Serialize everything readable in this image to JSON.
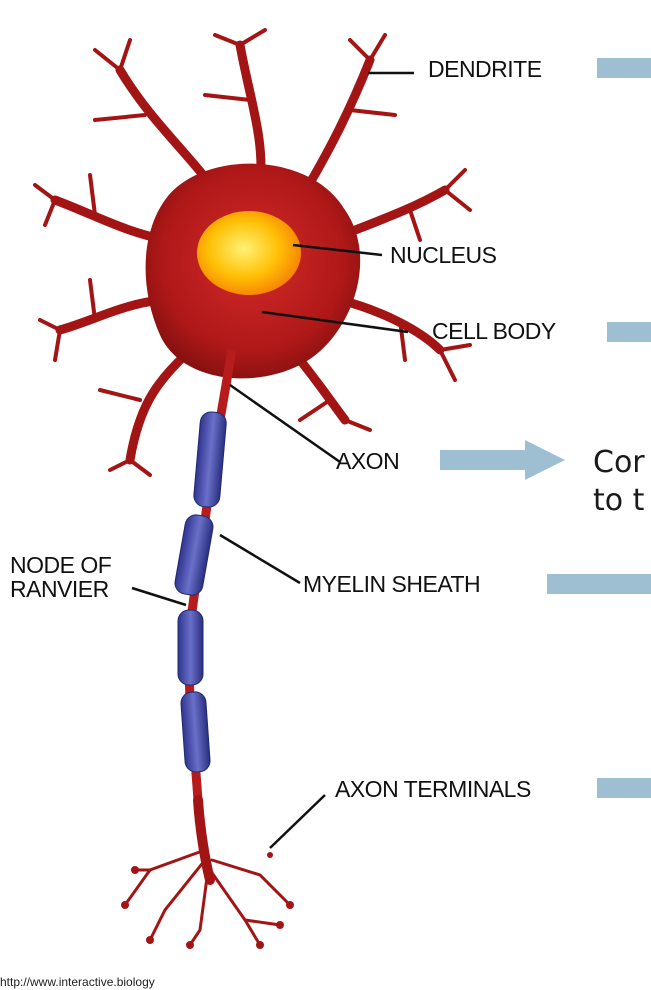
{
  "labels": {
    "dendrite": "DENDRITE",
    "nucleus": "NUCLEUS",
    "cell_body": "CELL BODY",
    "axon": "AXON",
    "node_of_ranvier_line1": "NODE OF",
    "node_of_ranvier_line2": "RANVIER",
    "myelin_sheath": "MYELIN SHEATH",
    "axon_terminals": "AXON TERMINALS"
  },
  "axon_description": {
    "line1": "Cor",
    "line2": "to t"
  },
  "source_note": "http://www.interactive.biology",
  "colors": {
    "neuron": "#b71c1c",
    "neuron_dark": "#7f0f0f",
    "nucleus": "#ffc107",
    "myelin": "#4a4fa8",
    "arrow": "#9dbfd1",
    "leader": "#111111"
  }
}
